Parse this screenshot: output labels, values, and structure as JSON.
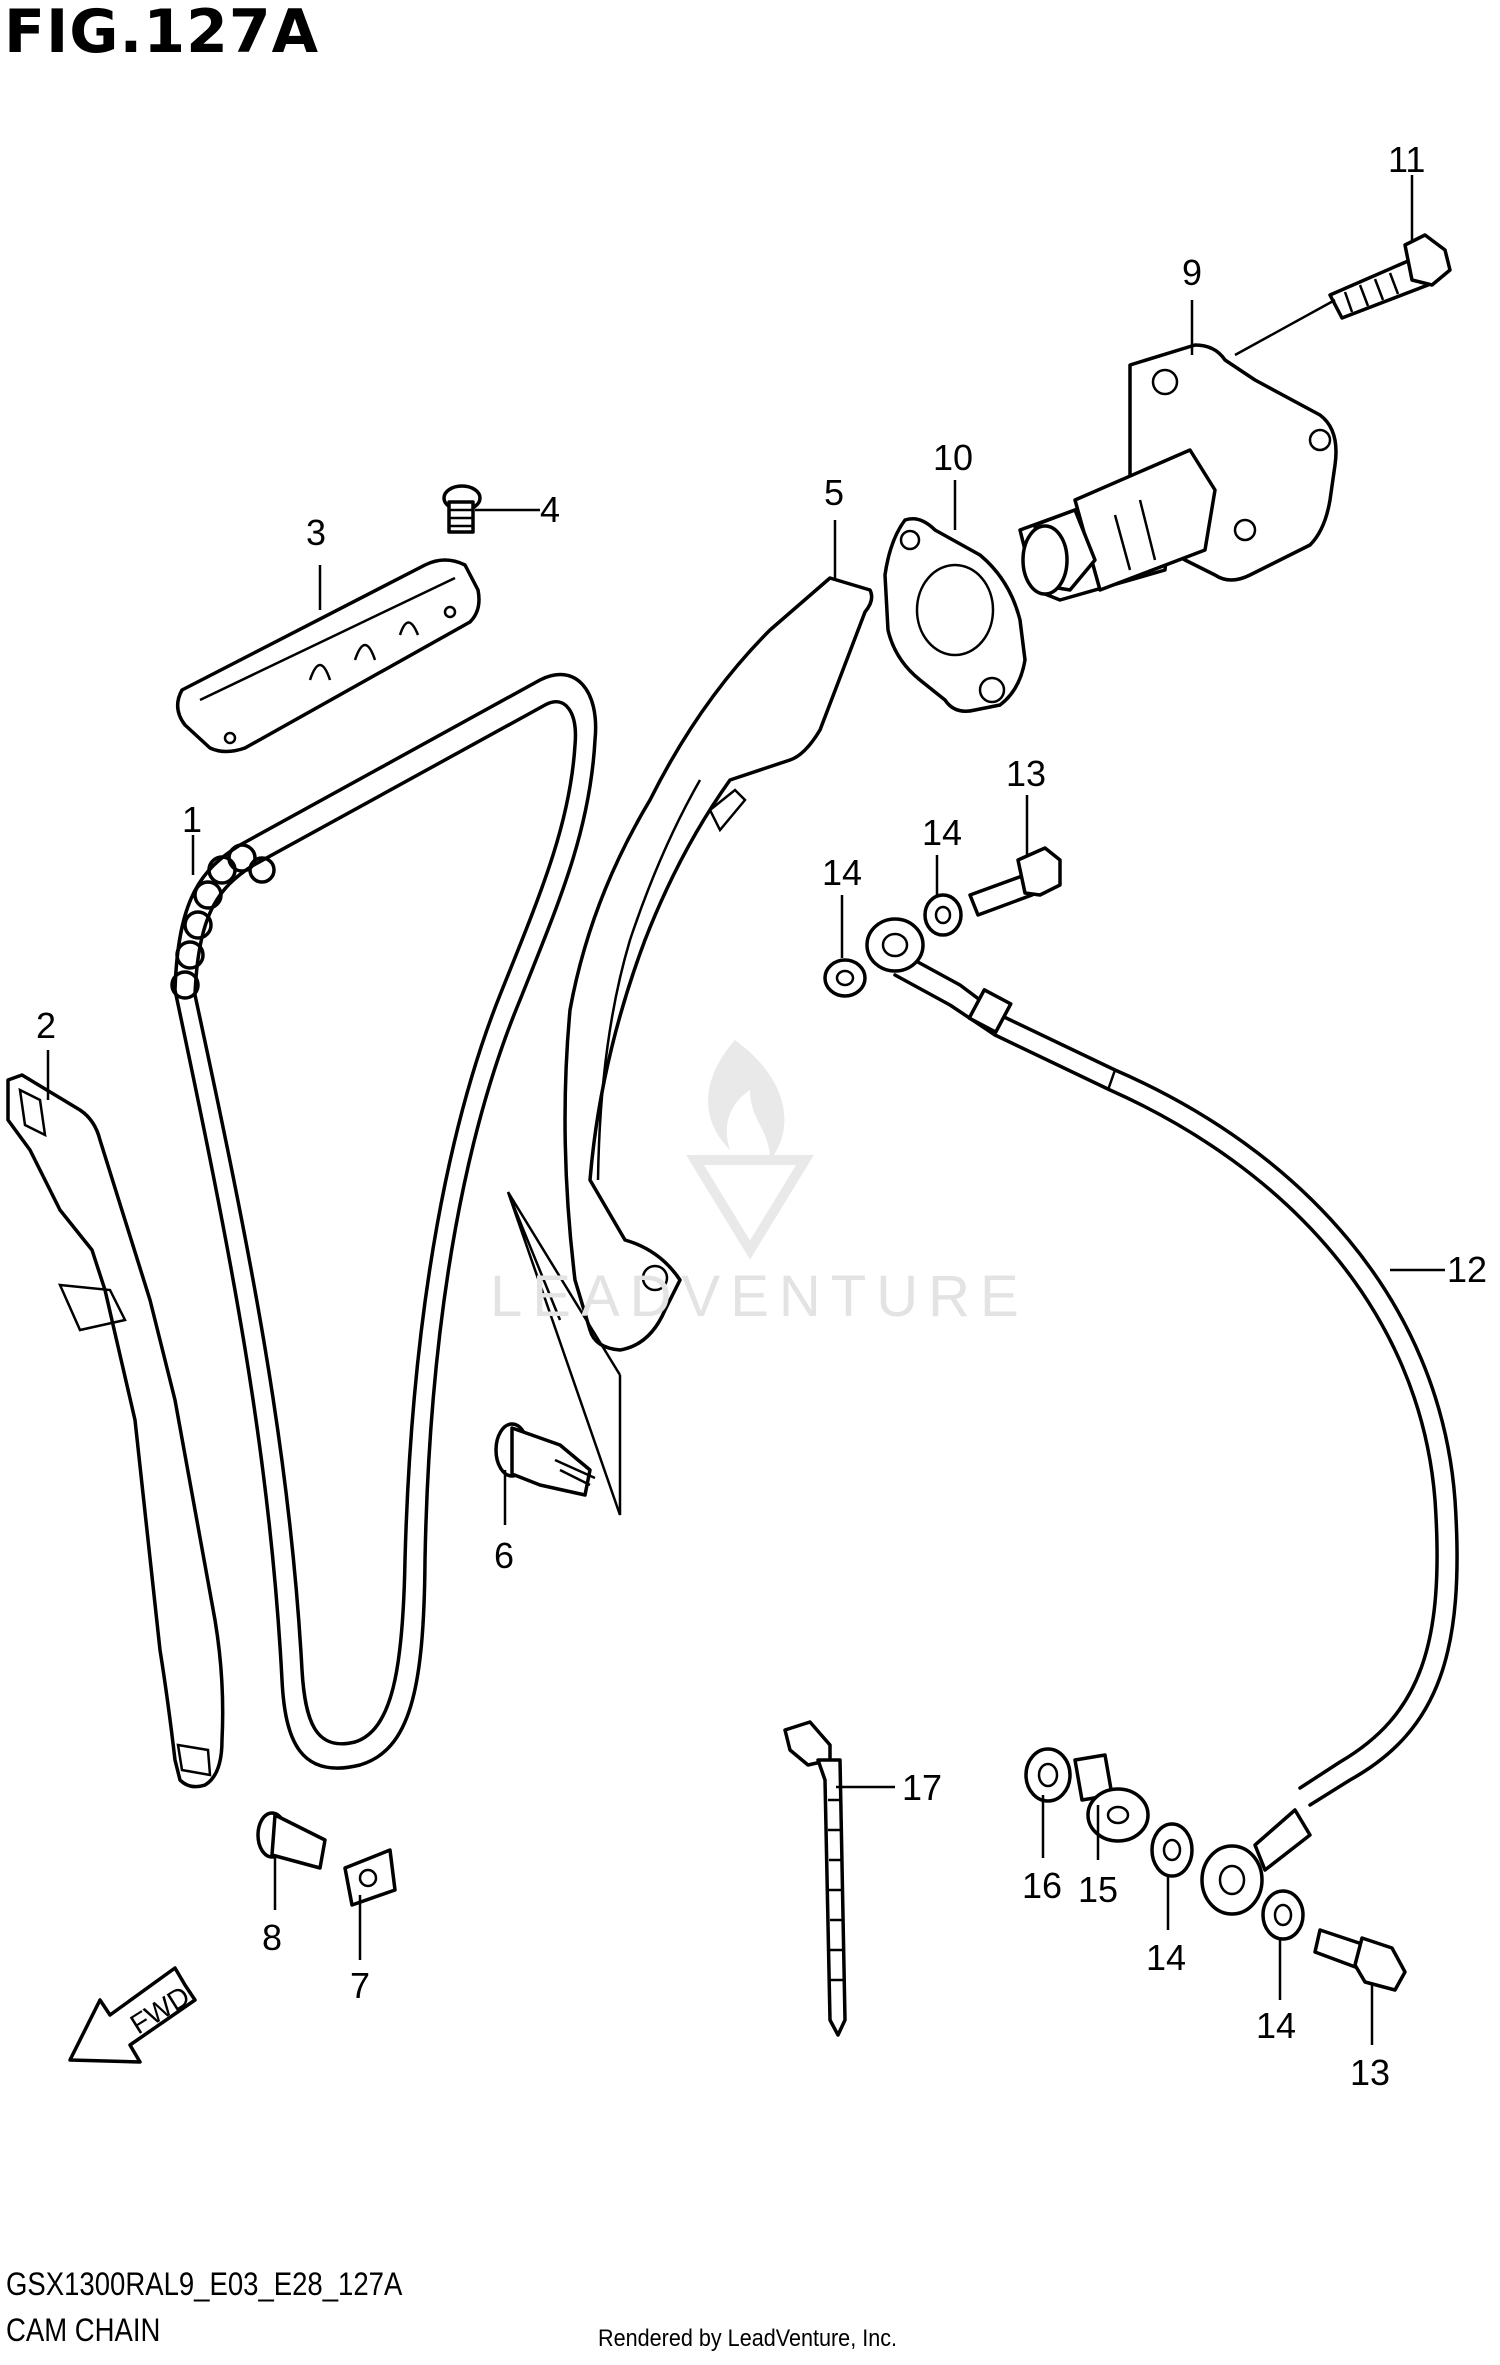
{
  "figure": {
    "title": "FIG.127A",
    "code": "GSX1300RAL9_E03_E28_127A",
    "name": "CAM CHAIN",
    "rendered_by": "Rendered by LeadVenture, Inc.",
    "watermark": "LEADVENTURE",
    "fwd_label": "FWD"
  },
  "callouts": [
    "1",
    "2",
    "3",
    "4",
    "5",
    "6",
    "7",
    "8",
    "9",
    "10",
    "11",
    "12",
    "13",
    "13",
    "14",
    "14",
    "14",
    "14",
    "15",
    "16",
    "17"
  ]
}
